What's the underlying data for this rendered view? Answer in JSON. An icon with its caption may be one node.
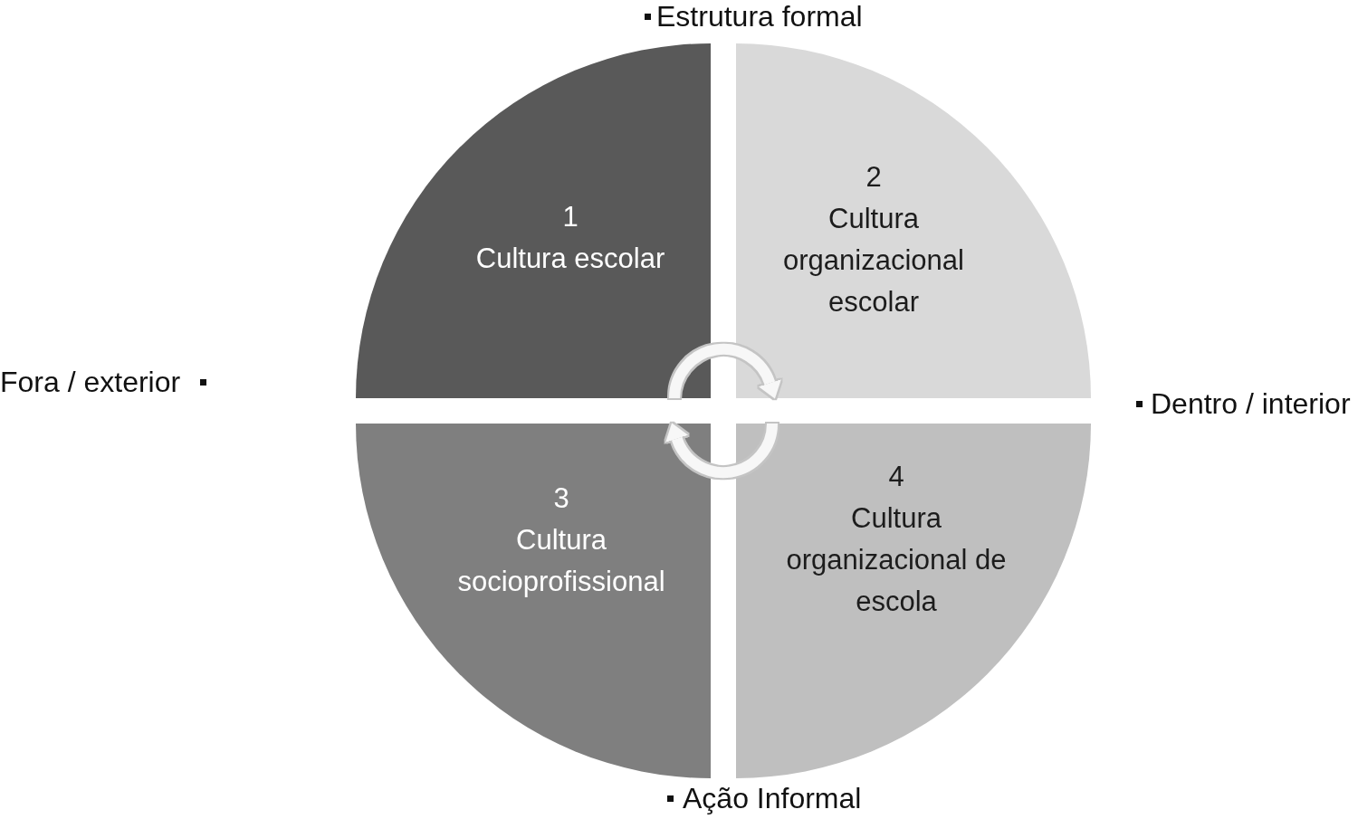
{
  "diagram": {
    "nodes": [
      {
        "text": [
          "1",
          "Cultura escolar"
        ]
      },
      {
        "text": [
          "2",
          "Cultura organizacional escolar"
        ]
      },
      {
        "text": [
          "3",
          "Cultura socioprofissional"
        ]
      },
      {
        "text": [
          "4",
          "Cultura organizacional de escola"
        ]
      }
    ],
    "edges": [
      {
        "from": 0,
        "to": 1,
        "arrow": "to"
      },
      {
        "from": 3,
        "to": 2,
        "arrow": "to"
      }
    ],
    "labels": [
      "Estrutura formal",
      "Fora / exterior",
      "Dentro / interior",
      "Ação Informal"
    ]
  }
}
